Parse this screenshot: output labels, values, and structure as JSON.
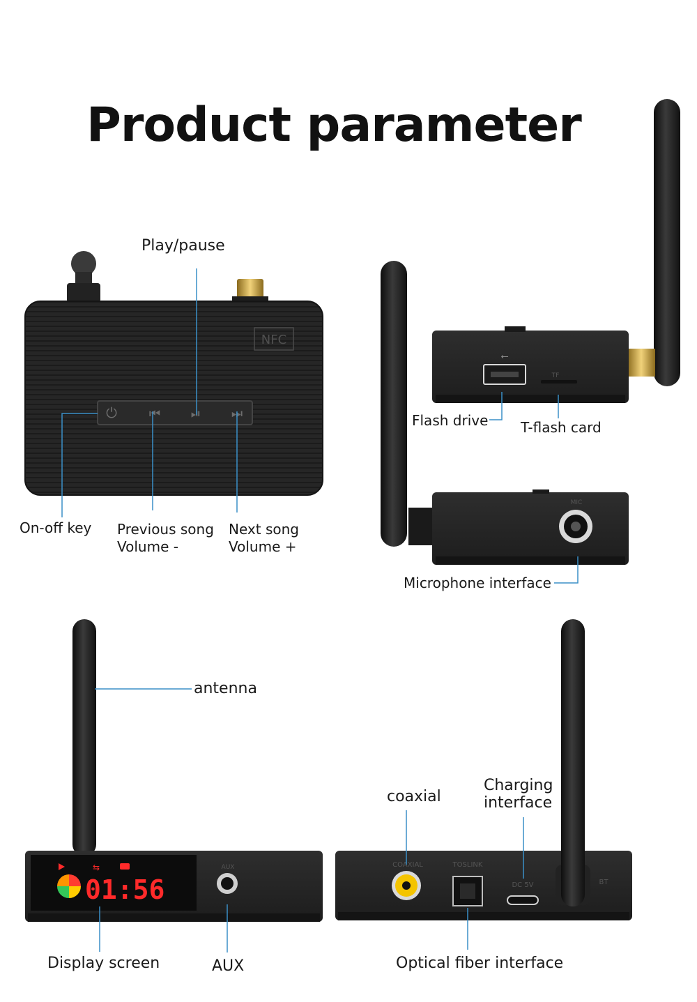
{
  "title": "Product parameter",
  "labels": {
    "play_pause": "Play/pause",
    "on_off": "On-off key",
    "prev_line1": "Previous song",
    "prev_line2": "Volume -",
    "next_line1": "Next song",
    "next_line2": "Volume +",
    "flash_drive": "Flash drive",
    "tflash": "T-flash card",
    "microphone": "Microphone interface",
    "antenna": "antenna",
    "coaxial": "coaxial",
    "charging_line1": "Charging",
    "charging_line2": "interface",
    "display_screen": "Display screen",
    "aux": "AUX",
    "optical": "Optical fiber interface"
  },
  "device_markings": {
    "nfc": "NFC",
    "tf": "TF",
    "mic": "MIC",
    "aux": "AUX",
    "coaxial": "COAXIAL",
    "toslink": "TOSLINK",
    "dc": "DC  5V",
    "bt": "BT",
    "display_time": "01:56"
  },
  "colors": {
    "callout": "#3a8fc7",
    "device": "#262626",
    "gold": "#c9a23a",
    "display_red": "#ff2a2a"
  }
}
